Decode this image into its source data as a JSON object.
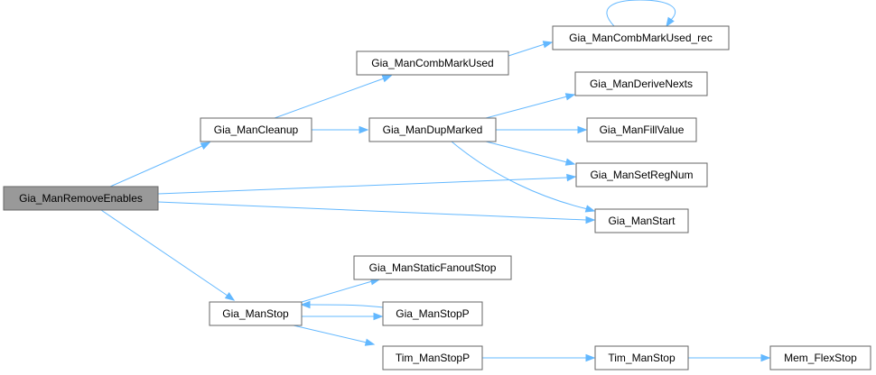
{
  "diagram": {
    "type": "call-graph",
    "colors": {
      "edge": "#63b8ff",
      "node_border": "#666666",
      "root_fill": "#999999",
      "node_fill": "#ffffff"
    },
    "nodes": [
      {
        "id": "removeEnables",
        "label": "Gia_ManRemoveEnables",
        "root": true
      },
      {
        "id": "cleanup",
        "label": "Gia_ManCleanup"
      },
      {
        "id": "stop",
        "label": "Gia_ManStop"
      },
      {
        "id": "combMarkUsed",
        "label": "Gia_ManCombMarkUsed"
      },
      {
        "id": "dupMarked",
        "label": "Gia_ManDupMarked"
      },
      {
        "id": "staticFanoutStop",
        "label": "Gia_ManStaticFanoutStop"
      },
      {
        "id": "stopP",
        "label": "Gia_ManStopP"
      },
      {
        "id": "timManStopP",
        "label": "Tim_ManStopP"
      },
      {
        "id": "combMarkUsedRec",
        "label": "Gia_ManCombMarkUsed_rec"
      },
      {
        "id": "deriveNexts",
        "label": "Gia_ManDeriveNexts"
      },
      {
        "id": "fillValue",
        "label": "Gia_ManFillValue"
      },
      {
        "id": "setRegNum",
        "label": "Gia_ManSetRegNum"
      },
      {
        "id": "start",
        "label": "Gia_ManStart"
      },
      {
        "id": "timManStop",
        "label": "Tim_ManStop"
      },
      {
        "id": "memFlexStop",
        "label": "Mem_FlexStop"
      }
    ],
    "edges": [
      {
        "from": "removeEnables",
        "to": "cleanup"
      },
      {
        "from": "removeEnables",
        "to": "setRegNum"
      },
      {
        "from": "removeEnables",
        "to": "start"
      },
      {
        "from": "removeEnables",
        "to": "stop"
      },
      {
        "from": "cleanup",
        "to": "combMarkUsed"
      },
      {
        "from": "cleanup",
        "to": "dupMarked"
      },
      {
        "from": "combMarkUsed",
        "to": "combMarkUsedRec"
      },
      {
        "from": "combMarkUsedRec",
        "to": "combMarkUsedRec"
      },
      {
        "from": "dupMarked",
        "to": "deriveNexts"
      },
      {
        "from": "dupMarked",
        "to": "fillValue"
      },
      {
        "from": "dupMarked",
        "to": "setRegNum"
      },
      {
        "from": "dupMarked",
        "to": "start"
      },
      {
        "from": "stop",
        "to": "staticFanoutStop"
      },
      {
        "from": "stop",
        "to": "stopP"
      },
      {
        "from": "stopP",
        "to": "stop"
      },
      {
        "from": "stop",
        "to": "timManStopP"
      },
      {
        "from": "timManStopP",
        "to": "timManStop"
      },
      {
        "from": "timManStop",
        "to": "memFlexStop"
      }
    ]
  }
}
